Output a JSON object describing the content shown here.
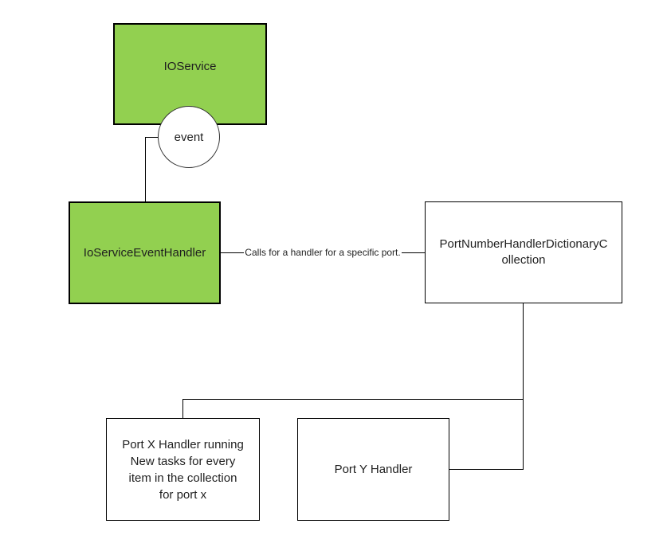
{
  "diagram": {
    "colors": {
      "node_fill_green": "#92d050",
      "node_fill_white": "#ffffff",
      "border": "#000000",
      "text": "#1f1f1f"
    },
    "nodes": {
      "io_service": {
        "label": "IOService"
      },
      "event_circle": {
        "label": "event"
      },
      "io_service_event_handler": {
        "label": "IoServiceEventHandler"
      },
      "port_dictionary": {
        "label": "PortNumberHandlerDictionaryCollection",
        "lines": [
          "PortNumberHandlerDictionaryC",
          "ollection"
        ]
      },
      "port_x_handler": {
        "label": "Port X Handler running New tasks for every item in the collection for port x",
        "lines": [
          "Port X Handler running",
          "New tasks for every",
          "item in the collection",
          "for port x"
        ]
      },
      "port_y_handler": {
        "label": "Port Y Handler"
      }
    },
    "connectors": {
      "calls_label": "Calls for a handler for a specific port."
    }
  }
}
